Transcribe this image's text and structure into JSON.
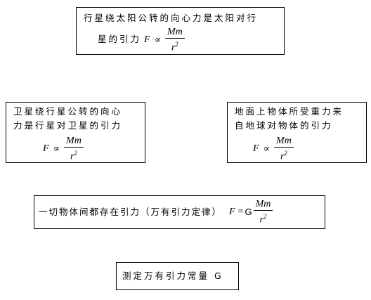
{
  "boxes": {
    "sun_planet": {
      "line1": "行星绕太阳公转的向心力是太阳对行",
      "line2": "星的引力",
      "formula": {
        "lhs": "F",
        "rel": "∝",
        "num": "Mm",
        "den": "r",
        "exp": "2"
      }
    },
    "satellite_planet": {
      "line1": "卫星绕行星公转的向心",
      "line2": "力是行星对卫星的引力",
      "formula": {
        "lhs": "F",
        "rel": "∝",
        "num": "Mm",
        "den": "r",
        "exp": "2"
      }
    },
    "earth_object": {
      "line1": "地面上物体所受重力来",
      "line2": "自地球对物体的引力",
      "formula": {
        "lhs": "F",
        "rel": "∝",
        "num": "Mm",
        "den": "r",
        "exp": "2"
      }
    },
    "universal_gravitation": {
      "text": "一切物体间都存在引力（万有引力定律）",
      "formula": {
        "lhs": "F",
        "rel": "=",
        "const": "G",
        "num": "Mm",
        "den": "r",
        "exp": "2"
      }
    },
    "measure_g": {
      "text": "测定万有引力常量 G"
    }
  }
}
